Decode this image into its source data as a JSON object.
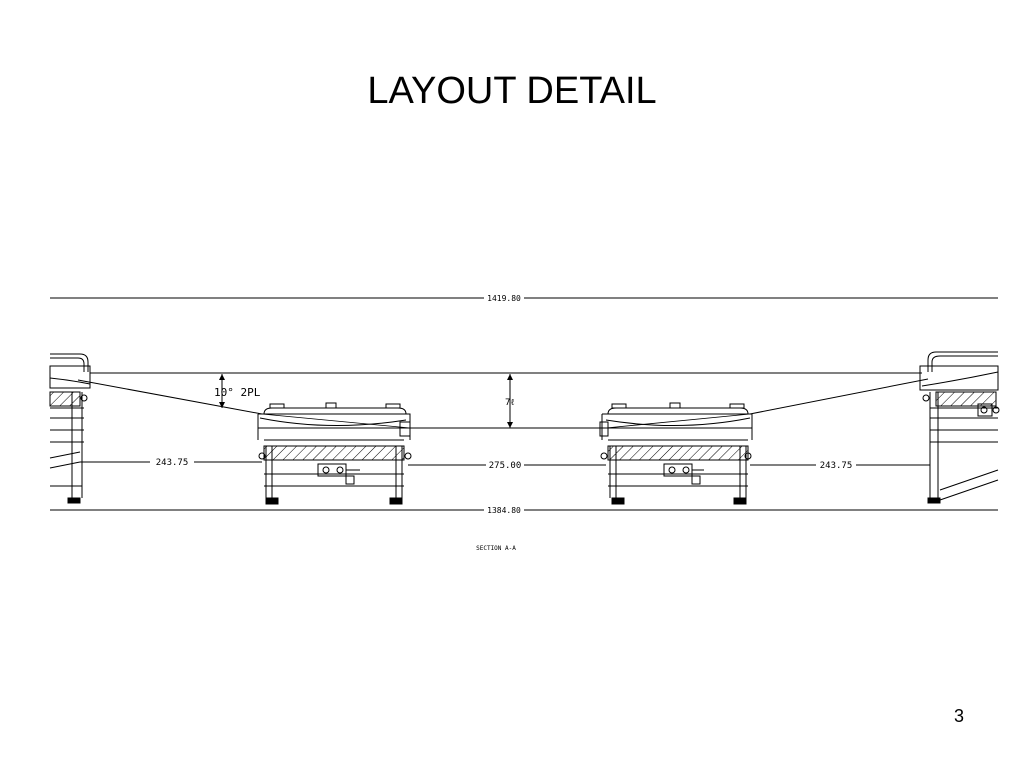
{
  "slide": {
    "title": "LAYOUT DETAIL",
    "page_number": "3"
  },
  "drawing": {
    "dim_overall_top": "1419.80",
    "dim_overall_bottom": "1384.80",
    "dim_left_span": "243.75",
    "dim_center_span": "275.00",
    "dim_right_span": "243.75",
    "dim_sag": "7ℓ",
    "angle_note": "10° 2PL",
    "section_label": "SECTION A-A"
  }
}
